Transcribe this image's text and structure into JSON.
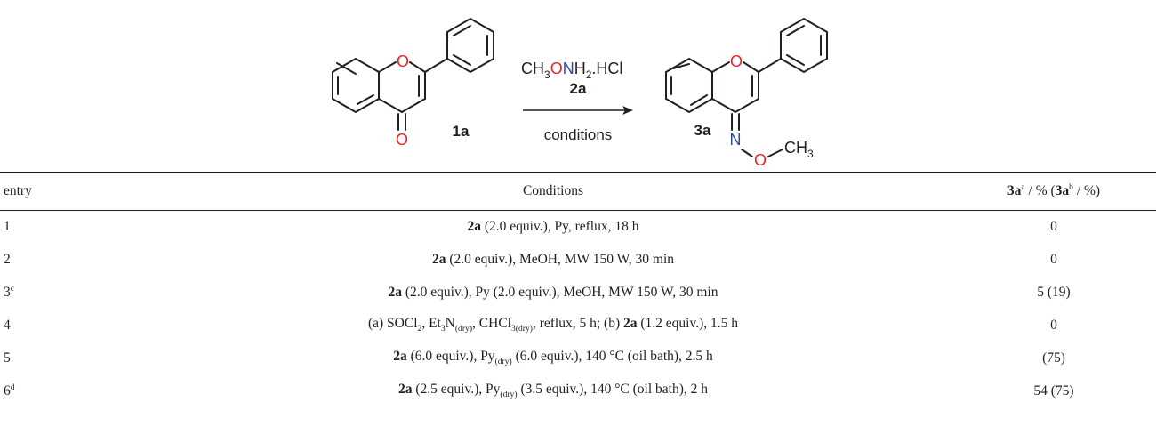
{
  "scheme": {
    "reactant_label": "1a",
    "reactant_atoms": {
      "O1": "O",
      "O2": "O"
    },
    "reagent": {
      "ch3": "CH",
      "ch3_sub": "3",
      "o": "O",
      "n": "N",
      "h2": "H",
      "h2_sub": "2",
      "hcl": ".HCl"
    },
    "reagent_label": "2a",
    "conditions_label": "conditions",
    "product_label": "3a",
    "product_atoms": {
      "O1": "O",
      "N": "N",
      "O2": "O",
      "ch3": "CH",
      "ch3_sub": "3"
    },
    "colors": {
      "heteroatom_O": "#e8222a",
      "heteroatom_N": "#2b4a9e",
      "bond": "#231f20"
    }
  },
  "table": {
    "headers": {
      "entry": "entry",
      "conditions": "Conditions",
      "yield": {
        "c1": "3a",
        "s1": "a",
        "m1": " / % (",
        "c2": "3a",
        "s2": "b",
        "m2": " / %)"
      }
    },
    "rows": [
      {
        "entry": "1",
        "entry_sup": "",
        "cond": {
          "b": "2a",
          "t1": " (2.0 equiv.), Py, reflux, 18 h"
        },
        "yield": "0"
      },
      {
        "entry": "2",
        "entry_sup": "",
        "cond": {
          "b": "2a",
          "t1": " (2.0 equiv.), MeOH, MW 150 W, 30 min"
        },
        "yield": "0"
      },
      {
        "entry": "3",
        "entry_sup": "c",
        "cond": {
          "b": "2a",
          "t1": " (2.0 equiv.), Py (2.0 equiv.), MeOH, MW 150 W, 30 min"
        },
        "yield": "5 (19)"
      },
      {
        "entry": "4",
        "entry_sup": "",
        "cond": {
          "p1": "(a) SOCl",
          "s1": "2",
          "p2": ", Et",
          "s2": "3",
          "p3": "N",
          "s3": "(dry)",
          "p4": ", CHCl",
          "s4": "3(dry)",
          "p5": ", reflux, 5 h; (b) ",
          "b": "2a",
          "p6": " (1.2 equiv.), 1.5 h"
        },
        "yield": "0"
      },
      {
        "entry": "5",
        "entry_sup": "",
        "cond": {
          "b": "2a",
          "t1": " (6.0 equiv.), Py",
          "s1": "(dry)",
          "t2": " (6.0 equiv.), 140 °C (oil bath), 2.5 h"
        },
        "yield": "(75)"
      },
      {
        "entry": "6",
        "entry_sup": "d",
        "cond": {
          "b": "2a",
          "t1": " (2.5 equiv.), Py",
          "s1": "(dry)",
          "t2": " (3.5 equiv.), 140 °C (oil bath), 2 h"
        },
        "yield": "54 (75)"
      }
    ]
  }
}
